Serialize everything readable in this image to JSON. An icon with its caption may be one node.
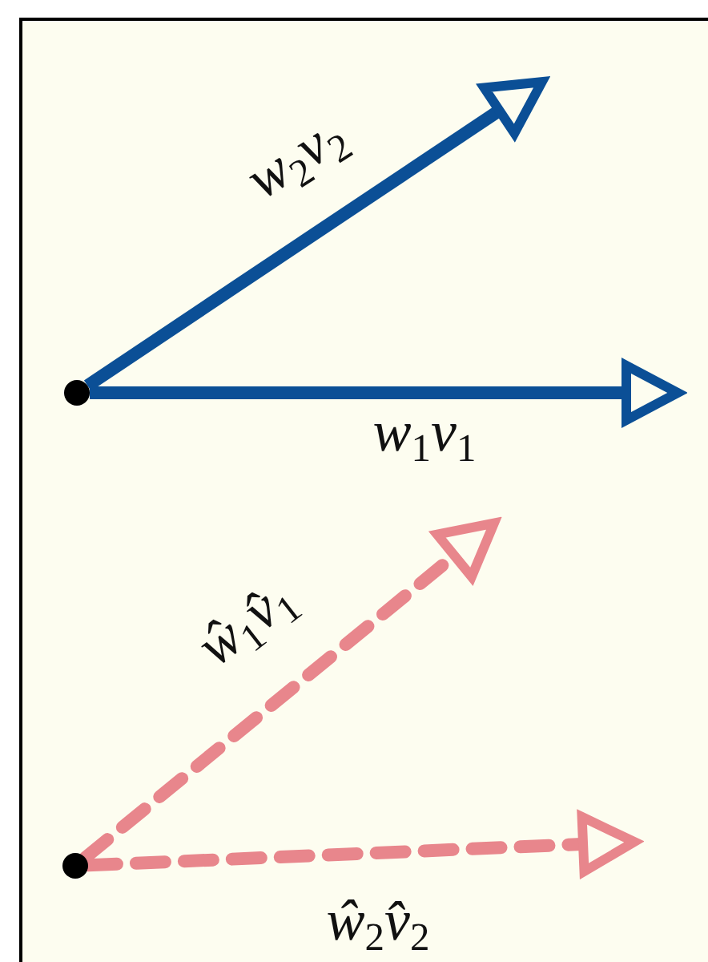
{
  "diagram": {
    "nodes": [
      {
        "text": [],
        "shape": "circle"
      },
      {
        "text": [],
        "shape": "circle"
      }
    ],
    "edges": [
      {
        "from": 0,
        "to": null,
        "arrow": "to",
        "label": "w$_{2}$v$_{2}$",
        "color": "#0b4f96"
      },
      {
        "from": 0,
        "to": null,
        "arrow": "to",
        "label": "w$_{1}$v$_{1}$",
        "color": "#0b4f96"
      },
      {
        "from": 1,
        "to": null,
        "arrow": "to",
        "label": "ŵ$_{1}$v̂$_{1}$",
        "style": "dashed",
        "color": "#e8868c"
      },
      {
        "from": 1,
        "to": null,
        "arrow": "to",
        "label": "ŵ$_{2}$v̂$_{2}$",
        "style": "dashed",
        "color": "#e8868c"
      }
    ]
  }
}
